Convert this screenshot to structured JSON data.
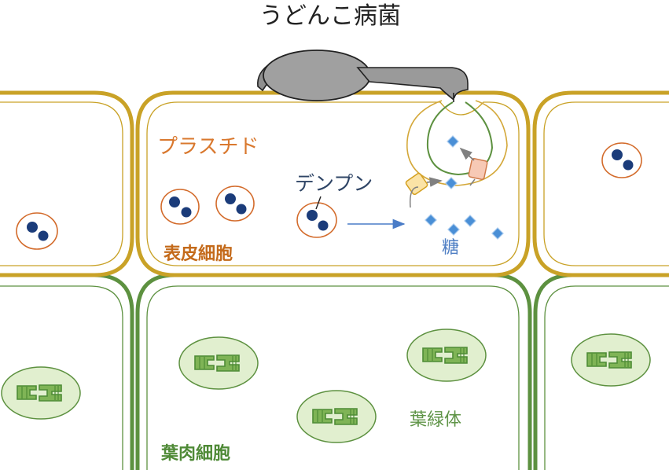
{
  "labels": {
    "title": "うどんこ病菌",
    "plastid": "プラスチド",
    "starch": "デンプン",
    "sugar": "糖",
    "epidermal_cell": "表皮細胞",
    "chloroplast": "葉緑体",
    "mesophyll_cell": "葉肉細胞"
  },
  "colors": {
    "epidermis_wall": "#c9a227",
    "mesophyll_wall": "#5d9140",
    "plastid_outline": "#d36b2b",
    "starch_grain": "#1b3c7a",
    "sugar": "#4a8fd6",
    "chloroplast_fill": "#e1efcf",
    "fungus": "#9a9a9a",
    "transporter_yellow": "#fbe3a6",
    "transporter_pink": "#f7c9b5"
  }
}
